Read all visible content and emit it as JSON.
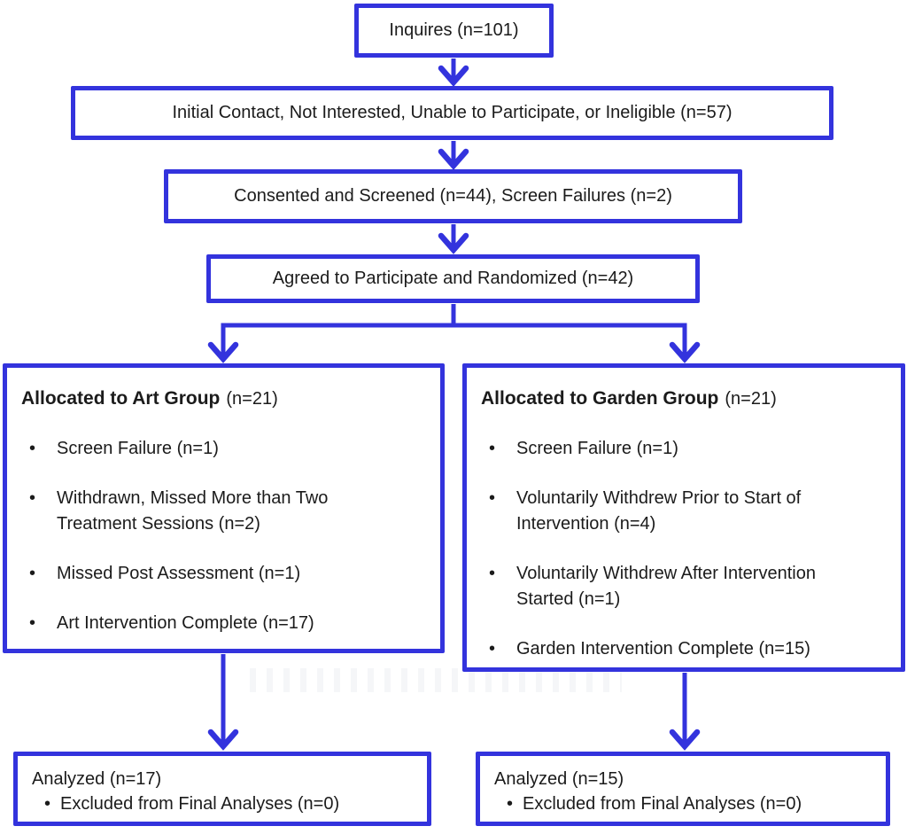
{
  "colors": {
    "accent_blue": "#3333dd",
    "text_black": "#1b1b1b",
    "background": "#ffffff"
  },
  "glyphs": {
    "bullet": "•"
  },
  "flow": {
    "inquires": {
      "text": "Inquires (n=101)"
    },
    "initial_contact": {
      "text": "Initial Contact, Not Interested, Unable to Participate, or Ineligible (n=57)"
    },
    "consented": {
      "text": "Consented and Screened (n=44), Screen Failures (n=2)"
    },
    "randomized": {
      "text": "Agreed to Participate and Randomized (n=42)"
    },
    "art_group": {
      "title": "Allocated to Art Group",
      "count": "(n=21)",
      "bullets": [
        "Screen Failure (n=1)",
        "Withdrawn, Missed More than Two Treatment Sessions (n=2)",
        "Missed Post Assessment (n=1)",
        "Art Intervention Complete (n=17)"
      ]
    },
    "garden_group": {
      "title": "Allocated to Garden Group",
      "count": "(n=21)",
      "bullets": [
        "Screen Failure (n=1)",
        "Voluntarily Withdrew Prior to Start of Intervention (n=4)",
        "Voluntarily Withdrew After Intervention Started (n=1)",
        "Garden Intervention Complete (n=15)"
      ]
    },
    "analyzed_art": {
      "line": "Analyzed (n=17)",
      "bullets": [
        "Excluded from Final Analyses (n=0)"
      ]
    },
    "analyzed_garden": {
      "line": "Analyzed (n=15)",
      "bullets": [
        "Excluded from Final Analyses (n=0)"
      ]
    }
  }
}
